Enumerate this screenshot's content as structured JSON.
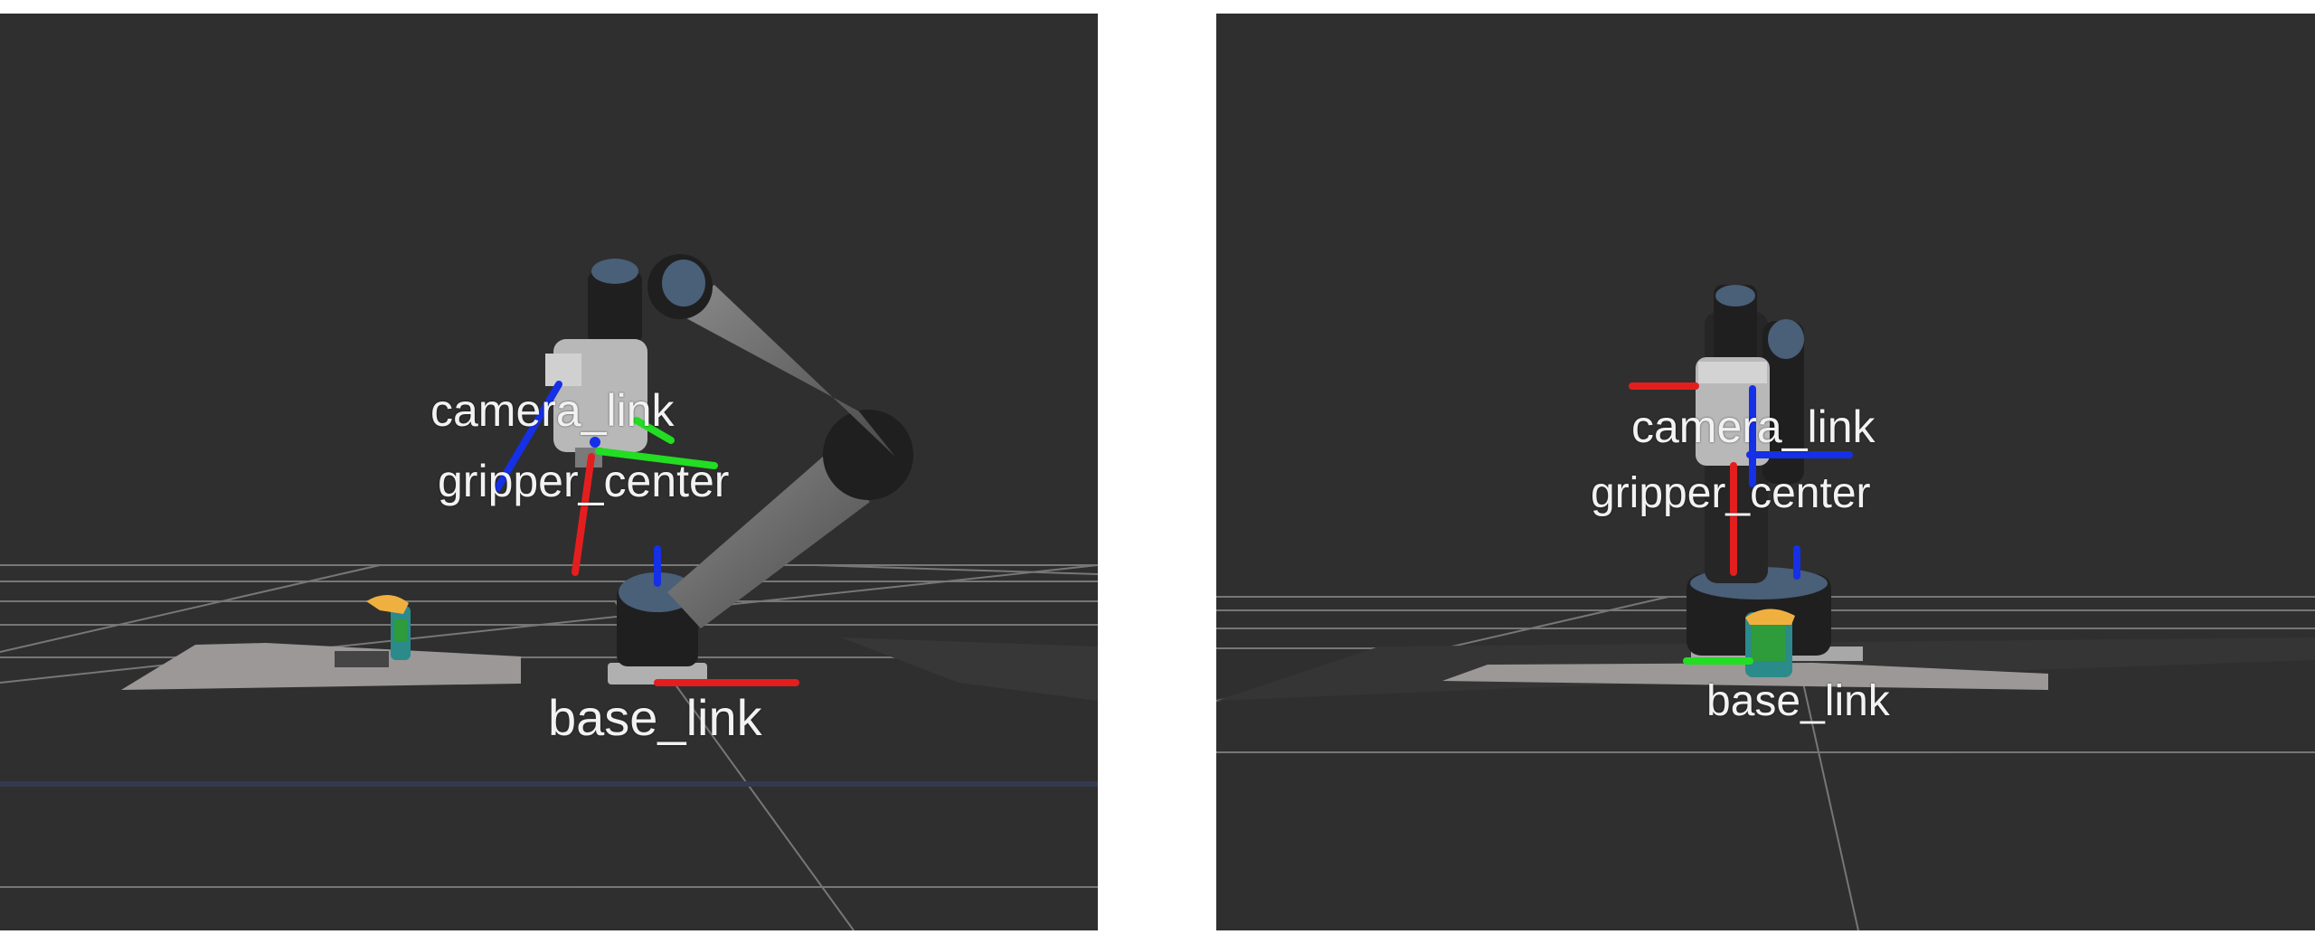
{
  "views": [
    {
      "frames": {
        "camera_link": "camera_link",
        "gripper_center": "gripper_center",
        "base_link": "base_link"
      }
    },
    {
      "frames": {
        "camera_link": "camera_link",
        "gripper_center": "gripper_center",
        "base_link": "base_link"
      }
    }
  ],
  "colors": {
    "background": "#2f2f2f",
    "grid": "#9a9a9a",
    "axis_x": "#e41e1e",
    "axis_y": "#22dd22",
    "axis_z": "#1530e6",
    "robot_dark": "#1f1f1f",
    "robot_joint_cap": "#4a5f78",
    "robot_link": "#6d6d6d",
    "gripper": "#b8b8b8",
    "point_cloud": "#9c9898"
  }
}
